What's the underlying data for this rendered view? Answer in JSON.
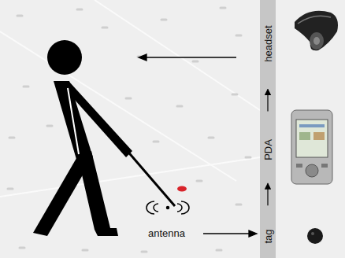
{
  "diagram": {
    "nodes": [
      {
        "text": [
          "tag"
        ]
      },
      {
        "text": [
          "PDA"
        ]
      },
      {
        "text": [
          "headset"
        ]
      }
    ],
    "edges": [
      {
        "from": 0,
        "to": 1,
        "arrow": "to"
      },
      {
        "from": 1,
        "to": 2,
        "arrow": "to"
      }
    ],
    "labels": [
      "antenna"
    ]
  }
}
